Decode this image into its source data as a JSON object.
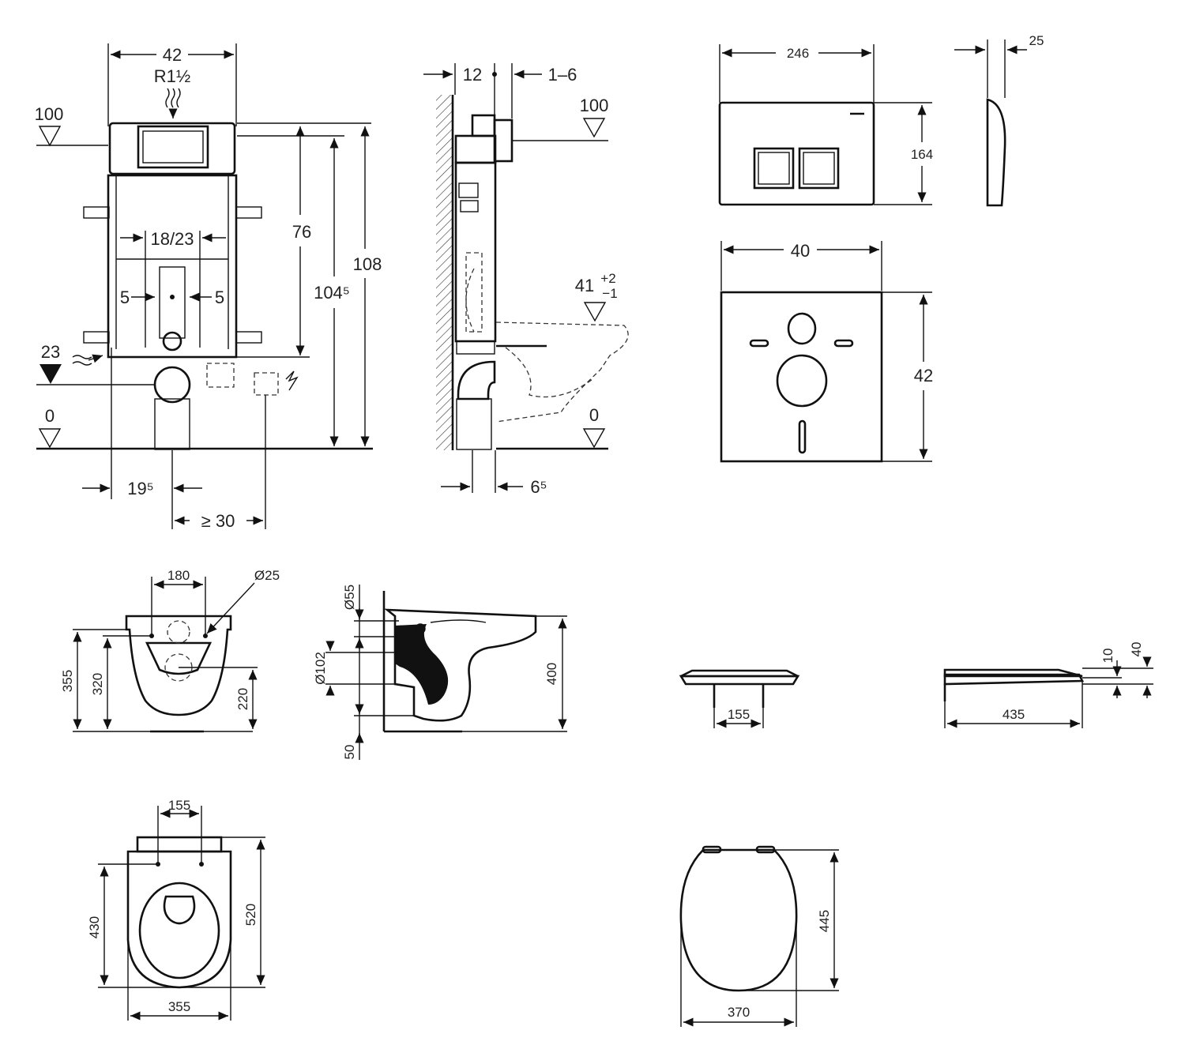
{
  "frame": {
    "width": "42",
    "pipe": "R1½",
    "level_top": "100",
    "level_mid": "23",
    "level_floor": "0",
    "spacing": "18/23",
    "offset_left": "5",
    "offset_right": "5",
    "height_upper": "76",
    "height_mid": "104⁵",
    "height_total": "108",
    "left_offset": "19⁵",
    "min_clear": "≥ 30"
  },
  "side": {
    "depth_a": "12",
    "depth_b": "1–6",
    "level_top": "100",
    "bowl_level": "41",
    "tol_plus": "+2",
    "tol_minus": "−1",
    "level_floor": "0",
    "bottom_offset": "6⁵"
  },
  "plate": {
    "width": "246",
    "height": "164",
    "thickness": "25"
  },
  "mat": {
    "width": "40",
    "height": "42"
  },
  "bowl_front": {
    "hole_spacing": "180",
    "hole_dia": "Ø25",
    "h_total": "355",
    "h_mid": "320",
    "h_low": "220"
  },
  "bowl_side": {
    "inlet_dia": "Ø55",
    "outlet_dia": "Ø102",
    "height": "400",
    "bottom": "50"
  },
  "seat_front": {
    "hinge_spacing": "155"
  },
  "seat_side": {
    "length": "435",
    "lid": "10",
    "total": "40"
  },
  "bowl_top": {
    "hinge_spacing": "155",
    "inner": "430",
    "length": "520",
    "width": "355"
  },
  "seat_top": {
    "length": "445",
    "width": "370"
  }
}
